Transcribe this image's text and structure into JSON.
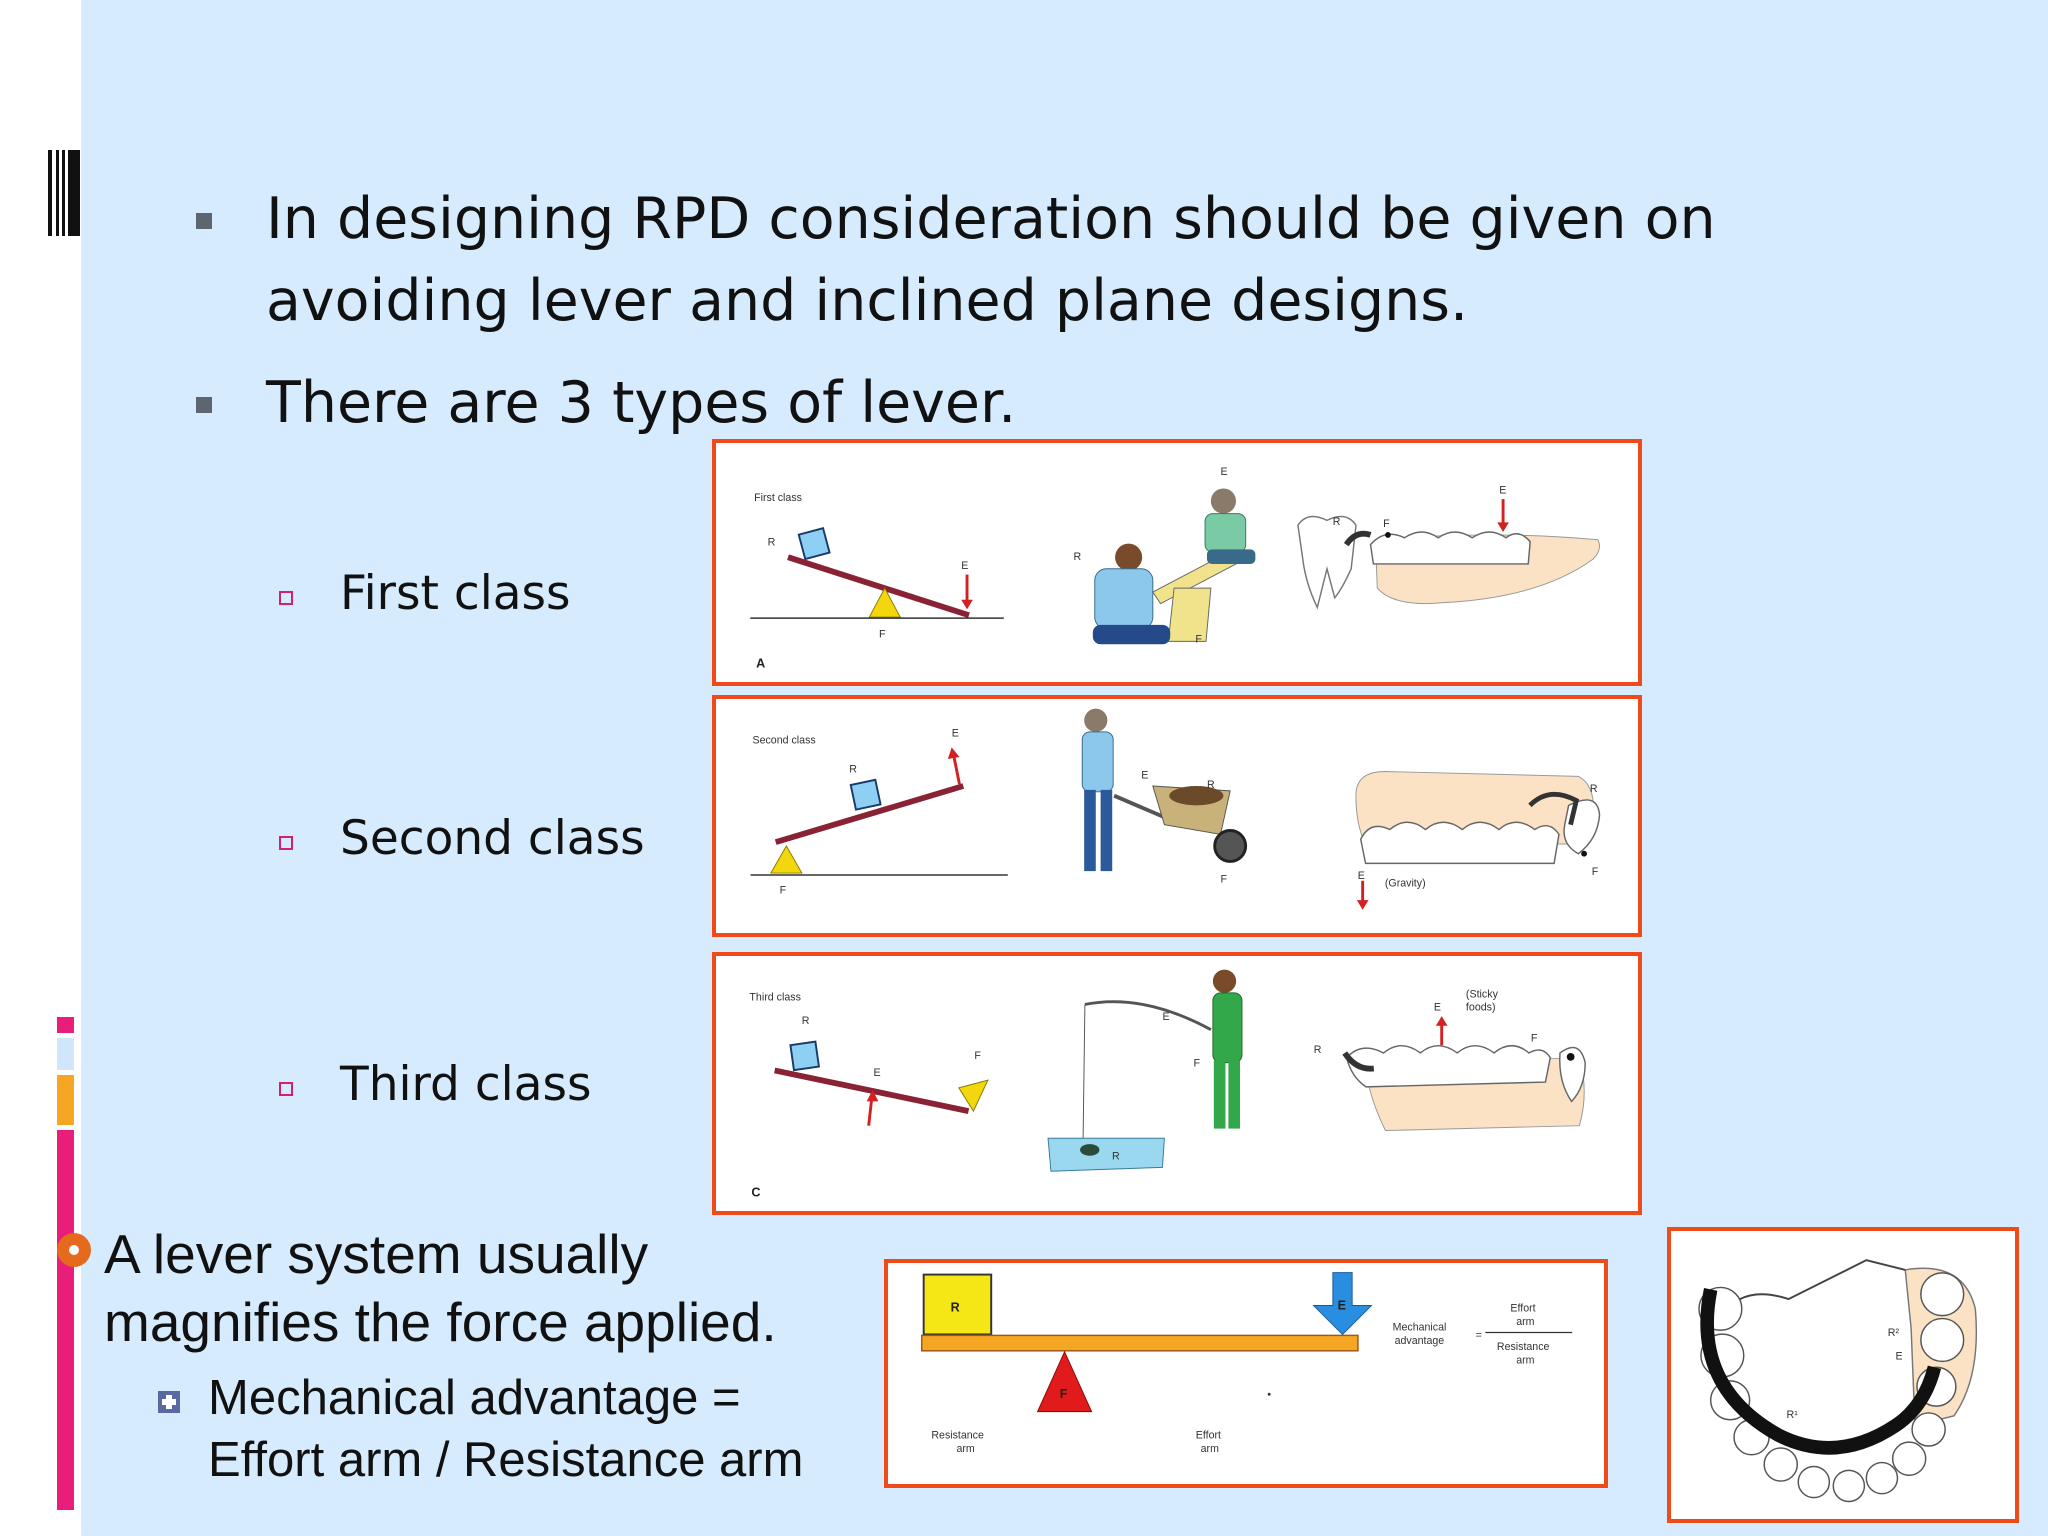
{
  "bullets": [
    {
      "line1": "In designing RPD consideration should be given on",
      "line2": "avoiding lever and inclined plane designs."
    },
    {
      "line1": "There are 3 types of lever."
    }
  ],
  "lever_classes": [
    {
      "label": "First class",
      "diagram_title": "First class",
      "panel_letter": "A",
      "letters": {
        "r": "R",
        "e": "E",
        "f": "F"
      }
    },
    {
      "label": "Second class",
      "diagram_title": "Second class",
      "letters": {
        "r": "R",
        "e": "E",
        "f": "F"
      },
      "note": "(Gravity)"
    },
    {
      "label": "Third class",
      "diagram_title": "Third class",
      "panel_letter": "C",
      "letters": {
        "r": "R",
        "e": "E",
        "f": "F"
      },
      "note_line1": "(Sticky",
      "note_line2": "foods)"
    }
  ],
  "lever_system": {
    "line1": "A lever system usually",
    "line2": "magnifies the force applied.",
    "sub_line1": "Mechanical advantage =",
    "sub_line2": "Effort arm / Resistance arm"
  },
  "ma_diagram": {
    "r": "R",
    "e": "E",
    "f": "F",
    "resistance_arm_1": "Resistance",
    "resistance_arm_2": "arm",
    "effort_arm_1": "Effort",
    "effort_arm_2": "arm",
    "ma_1": "Mechanical",
    "ma_2": "advantage",
    "eq": "=",
    "num_1": "Effort",
    "num_2": "arm",
    "den_1": "Resistance",
    "den_2": "arm"
  },
  "arch_diagram": {
    "r1": "R¹",
    "r2": "R²",
    "e": "E"
  },
  "colors": {
    "background": "#d6ebfd",
    "frame_border": "#f04a1b",
    "accent_pink": "#e91e7a",
    "accent_orange": "#f5a623"
  }
}
